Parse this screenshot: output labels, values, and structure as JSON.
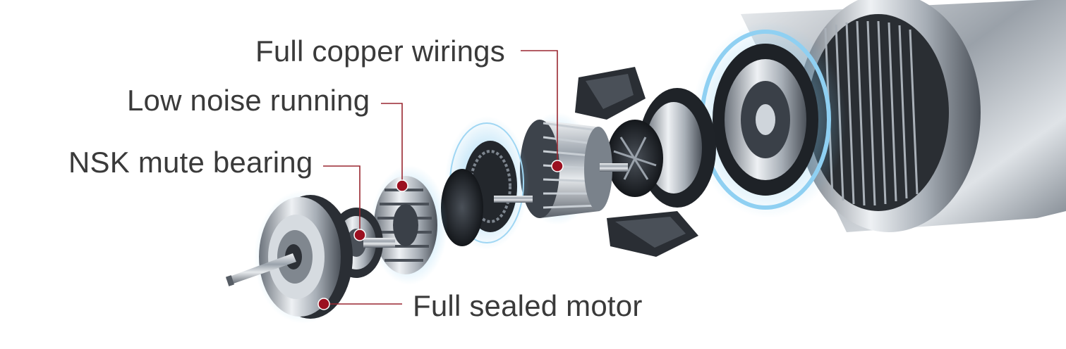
{
  "image": {
    "subject": "exploded-motor-illustration",
    "colors": {
      "label_text": "#3a3a3a",
      "leader_line": "#9a2730",
      "marker": "#9b1020",
      "metal_dark": "#2b2f36",
      "metal_light": "#d9dde2",
      "glow": "#7ec8f0"
    }
  },
  "callouts": {
    "copper": "Full copper wirings",
    "noise": "Low noise running",
    "bearing": "NSK mute bearing",
    "sealed": "Full sealed motor"
  }
}
